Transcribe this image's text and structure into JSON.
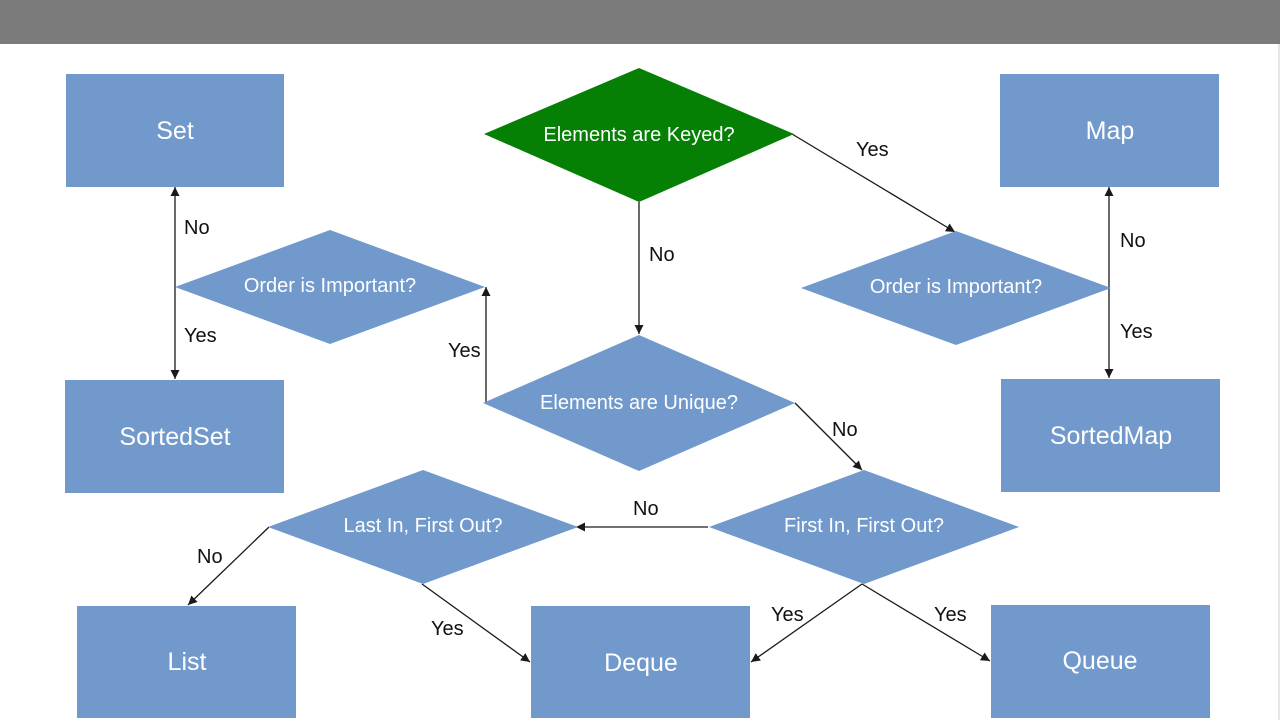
{
  "colors": {
    "box_fill": "#7199cc",
    "decision_fill": "#7199cc",
    "start_fill": "#058005",
    "arrow": "#1a1a1a",
    "top_bar": "#7b7b7b"
  },
  "nodes": {
    "keyed": "Elements are Keyed?",
    "unique": "Elements are Unique?",
    "order_left": "Order is Important?",
    "order_right": "Order is Important?",
    "fifo": "First In, First Out?",
    "lifo": "Last In, First Out?",
    "set": "Set",
    "sortedset": "SortedSet",
    "map": "Map",
    "sortedmap": "SortedMap",
    "list": "List",
    "deque": "Deque",
    "queue": "Queue"
  },
  "edges": {
    "keyed_yes": "Yes",
    "keyed_no": "No",
    "order_right_no": "No",
    "order_right_yes": "Yes",
    "order_left_no": "No",
    "order_left_yes": "Yes",
    "unique_yes": "Yes",
    "unique_no": "No",
    "fifo_no": "No",
    "fifo_yes_deque": "Yes",
    "fifo_yes_queue": "Yes",
    "lifo_no": "No",
    "lifo_yes": "Yes"
  }
}
